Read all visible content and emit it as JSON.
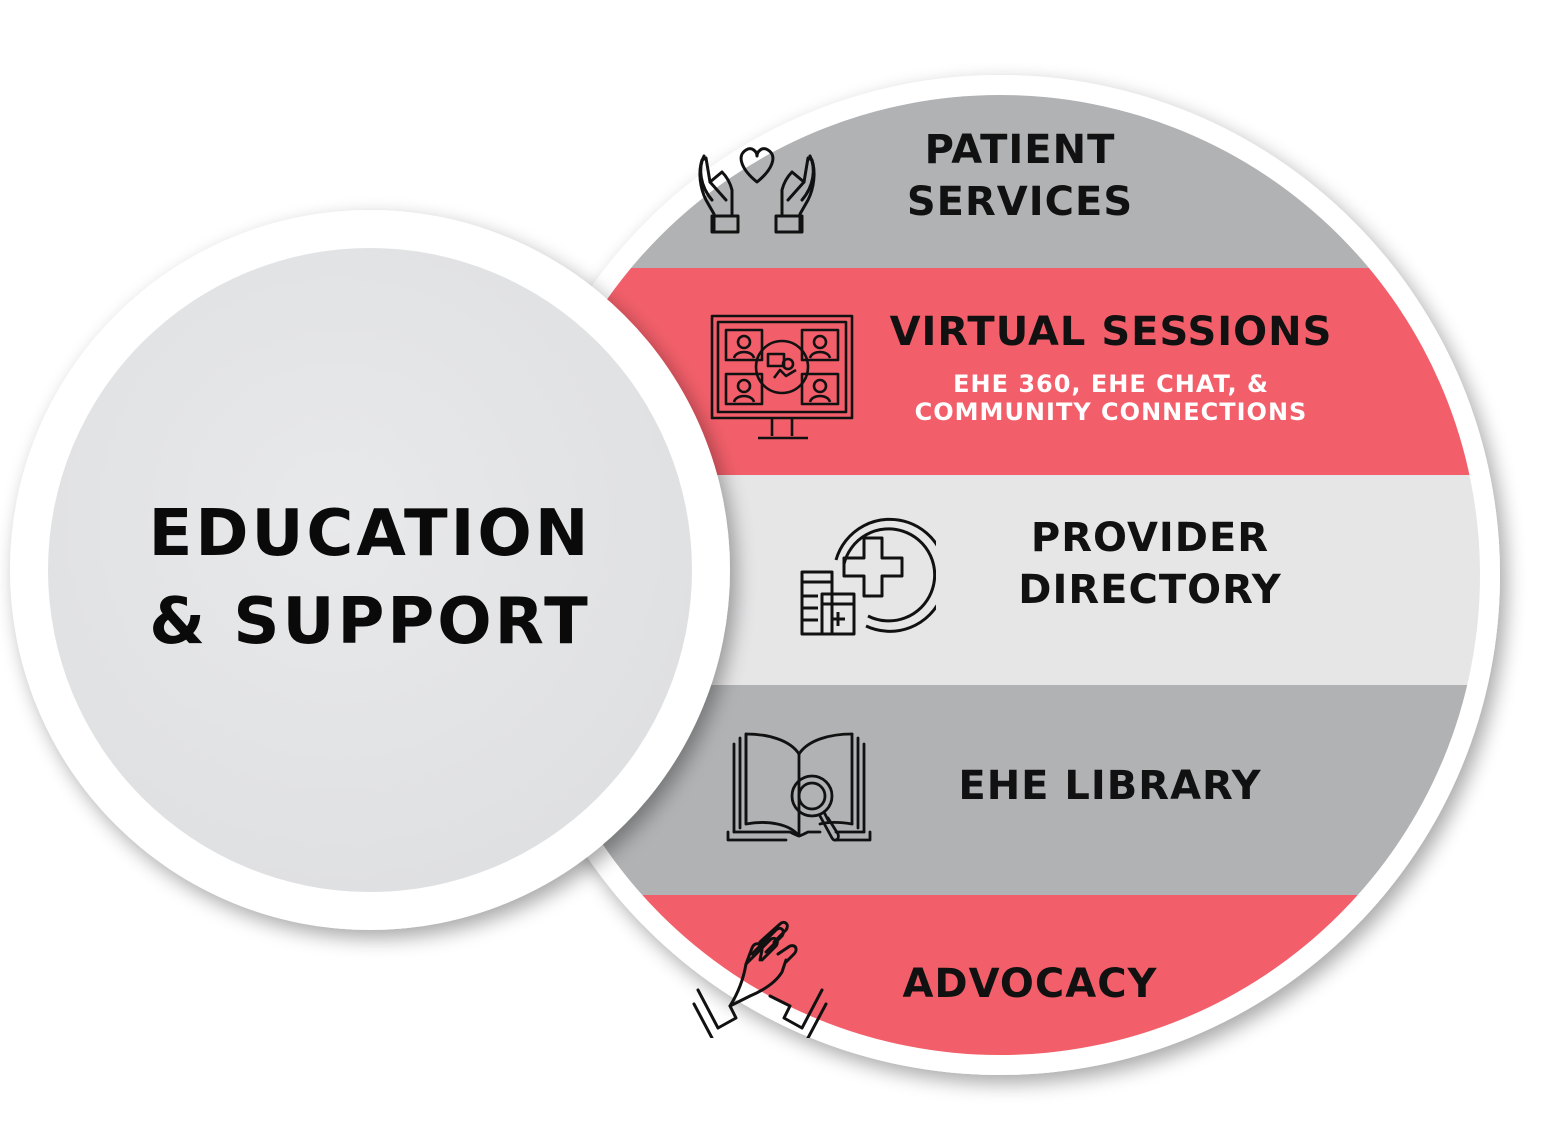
{
  "center": {
    "title_line1": "EDUCATION",
    "title_line2": "& SUPPORT"
  },
  "segments": [
    {
      "id": "patient-services",
      "line1": "PATIENT",
      "line2": "SERVICES",
      "icon": "heart-hands-icon",
      "color": "#b1b2b4"
    },
    {
      "id": "virtual-sessions",
      "line1": "VIRTUAL SESSIONS",
      "sub1": "EHE 360, EHE CHAT, &",
      "sub2": "COMMUNITY CONNECTIONS",
      "icon": "video-conference-monitor-icon",
      "color": "#f25f6a"
    },
    {
      "id": "provider-directory",
      "line1": "PROVIDER",
      "line2": "DIRECTORY",
      "icon": "medical-cross-directory-icon",
      "color": "#e6e6e7"
    },
    {
      "id": "ehe-library",
      "line1": "EHE LIBRARY",
      "icon": "book-magnifier-icon",
      "color": "#b1b2b4"
    },
    {
      "id": "advocacy",
      "line1": "ADVOCACY",
      "icon": "clasped-hands-icon",
      "color": "#f25f6a"
    }
  ],
  "colors": {
    "accent_red": "#f25f6a",
    "gray_dark": "#b1b2b4",
    "gray_light": "#e6e6e7",
    "ring_white": "#ffffff",
    "center_fill": "#e3e4e6"
  }
}
